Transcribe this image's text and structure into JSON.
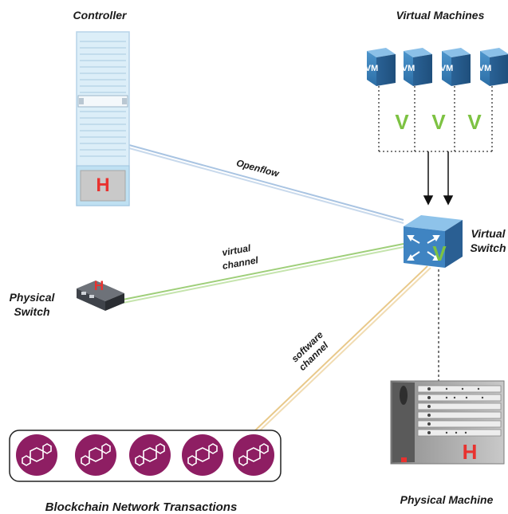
{
  "labels": {
    "controller": "Controller",
    "virtual_machines": "Virtual Machines",
    "openflow": "Openflow",
    "virtual_switch_line1": "Virtual",
    "virtual_switch_line2": "Switch",
    "virtual_channel_line1": "virtual",
    "virtual_channel_line2": "channel",
    "physical_switch_line1": "Physical",
    "physical_switch_line2": "Switch",
    "software_channel_line1": "software",
    "software_channel_line2": "channel",
    "blockchain": "Blockchain Network Transactions",
    "physical_machine": "Physical Machine"
  },
  "markers": {
    "hypervisor": "H",
    "virtual": "V",
    "vm": "VM"
  },
  "colors": {
    "hypervisor_red": "#e8322f",
    "virtual_green": "#7dc242",
    "vm_blue": "#3a7fb5",
    "switch_blue": "#2f6fb0",
    "openflow_line": "#a9c4e2",
    "virtual_channel_line": "#9fcf7a",
    "software_channel_line": "#e9c98a",
    "blockchain_purple": "#8e1e63"
  },
  "blockchain_node_count": 5
}
